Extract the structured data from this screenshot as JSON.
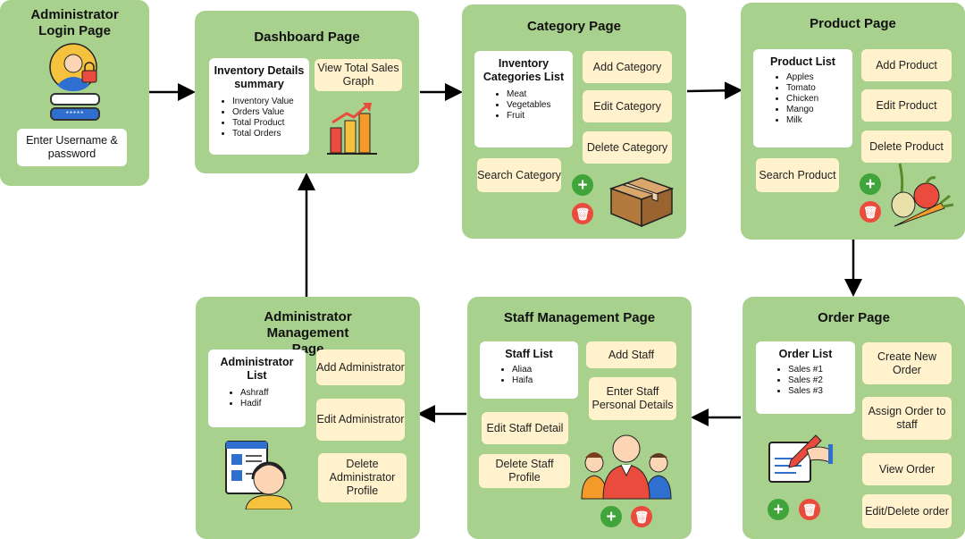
{
  "login": {
    "title": "Administrator Login Page",
    "input": "Enter Username & password",
    "password_mask": "*****"
  },
  "dashboard": {
    "title": "Dashboard Page",
    "box_title": "Inventory Details summary",
    "items": [
      "Inventory Value",
      "Orders Value",
      "Total Product",
      "Total Orders"
    ],
    "button": "View Total Sales Graph"
  },
  "category": {
    "title": "Category Page",
    "box_title": "Inventory Categories List",
    "items": [
      "Meat",
      "Vegetables",
      "Fruit"
    ],
    "buttons": [
      "Add Category",
      "Edit Category",
      "Delete Category"
    ],
    "search": "Search Category"
  },
  "product": {
    "title": "Product Page",
    "box_title": "Product List",
    "items": [
      "Apples",
      "Tomato",
      "Chicken",
      "Mango",
      "Milk"
    ],
    "buttons": [
      "Add Product",
      "Edit Product",
      "Delete Product"
    ],
    "search": "Search Product"
  },
  "order": {
    "title": "Order Page",
    "box_title": "Order List",
    "items": [
      "Sales #1",
      "Sales #2",
      "Sales #3"
    ],
    "buttons": [
      "Create New Order",
      "Assign Order to staff",
      "View Order",
      "Edit/Delete order"
    ]
  },
  "staff": {
    "title": "Staff Management Page",
    "box_title": "Staff List",
    "items": [
      "Aliaa",
      "Haifa"
    ],
    "buttons": [
      "Add Staff",
      "Enter Staff Personal Details",
      "Edit Staff Detail",
      "Delete Staff Profile"
    ]
  },
  "admin": {
    "title": "Administrator Management Page",
    "box_title": "Administrator List",
    "items": [
      "Ashraff",
      "Hadif"
    ],
    "buttons": [
      "Add Administrator",
      "Edit Administrator",
      "Delete Administrator Profile"
    ]
  },
  "icons": {
    "plus": "+",
    "trash": "🗑"
  },
  "colors": {
    "panel": "#a9d18e",
    "button": "#fff2cc",
    "box": "#ffffff",
    "plus": "#3fa43a",
    "trash": "#e94b3c"
  }
}
